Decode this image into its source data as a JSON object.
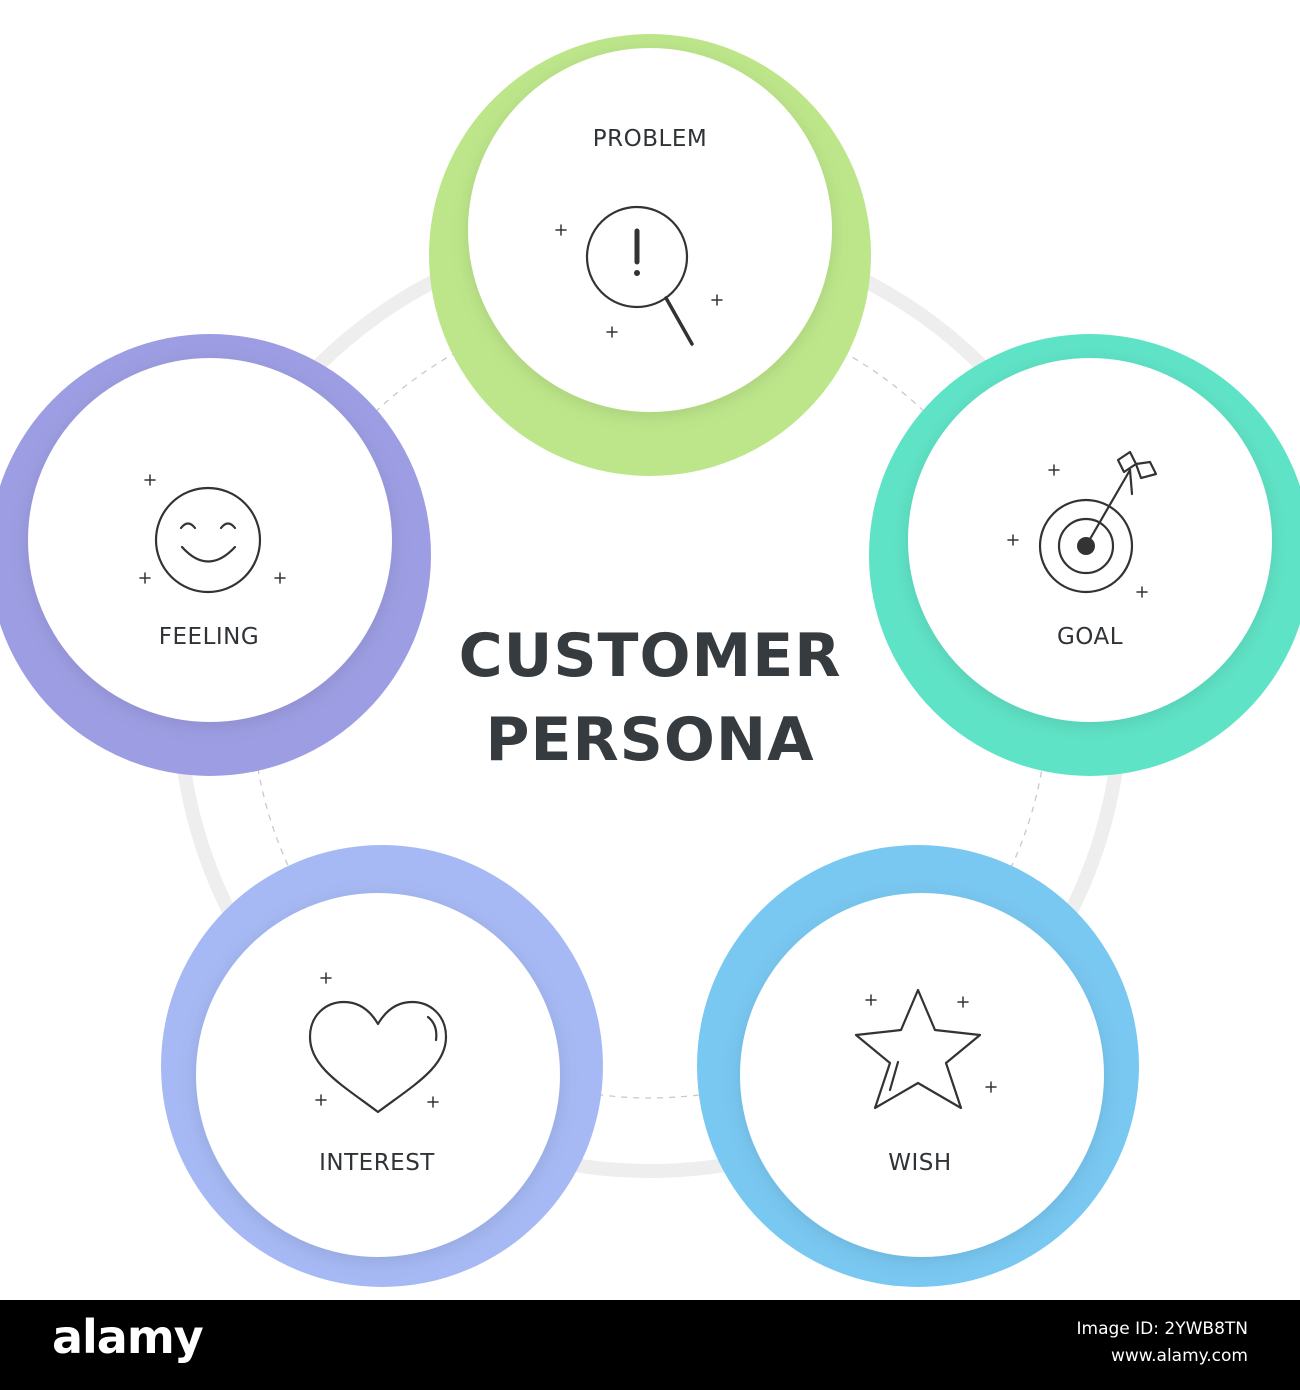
{
  "title": {
    "line1": "CUSTOMER",
    "line2": "PERSONA"
  },
  "nodes": [
    {
      "key": "problem",
      "label": "PROBLEM",
      "icon": "magnifier-exclamation-icon",
      "color": "#bde68a"
    },
    {
      "key": "goal",
      "label": "GOAL",
      "icon": "target-arrow-icon",
      "color": "#5fe3c6"
    },
    {
      "key": "wish",
      "label": "WISH",
      "icon": "star-icon",
      "color": "#79c8f2"
    },
    {
      "key": "interest",
      "label": "INTEREST",
      "icon": "heart-icon",
      "color": "#a6b9f4"
    },
    {
      "key": "feeling",
      "label": "FEELING",
      "icon": "smiley-face-icon",
      "color": "#9d9de3"
    }
  ],
  "footer": {
    "logo": "alamy",
    "image_id_line": "Image ID: 2YWB8TN",
    "site": "www.alamy.com"
  }
}
